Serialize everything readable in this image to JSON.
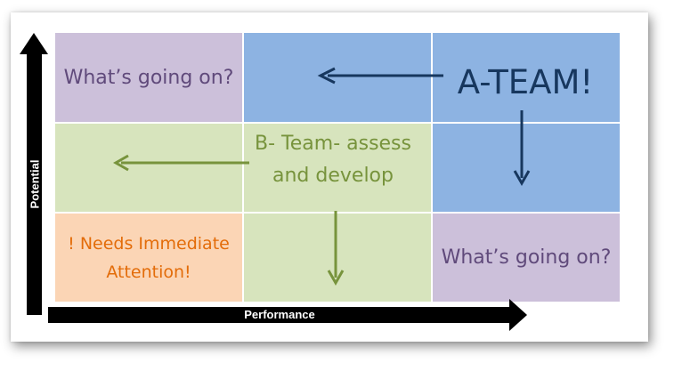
{
  "diagram": {
    "cells": {
      "top_left": "What’s going on?",
      "bottom_right": "What’s going on?",
      "bottom_left_line1": "! Needs Immediate",
      "bottom_left_line2": "Attention!"
    },
    "a_team_label": "A-TEAM!",
    "b_team_line1": "B- Team- assess",
    "b_team_line2": "and develop",
    "axes": {
      "y_label": "Potential",
      "x_label": "Performance"
    },
    "colors": {
      "purple": "#ccc0da",
      "blue": "#8db3e2",
      "green": "#d7e4bd",
      "orange": "#fbd5b5",
      "purple_text": "#604a7b",
      "green_text": "#77933c",
      "orange_text": "#e36c09",
      "navy_text": "#17375e"
    }
  }
}
